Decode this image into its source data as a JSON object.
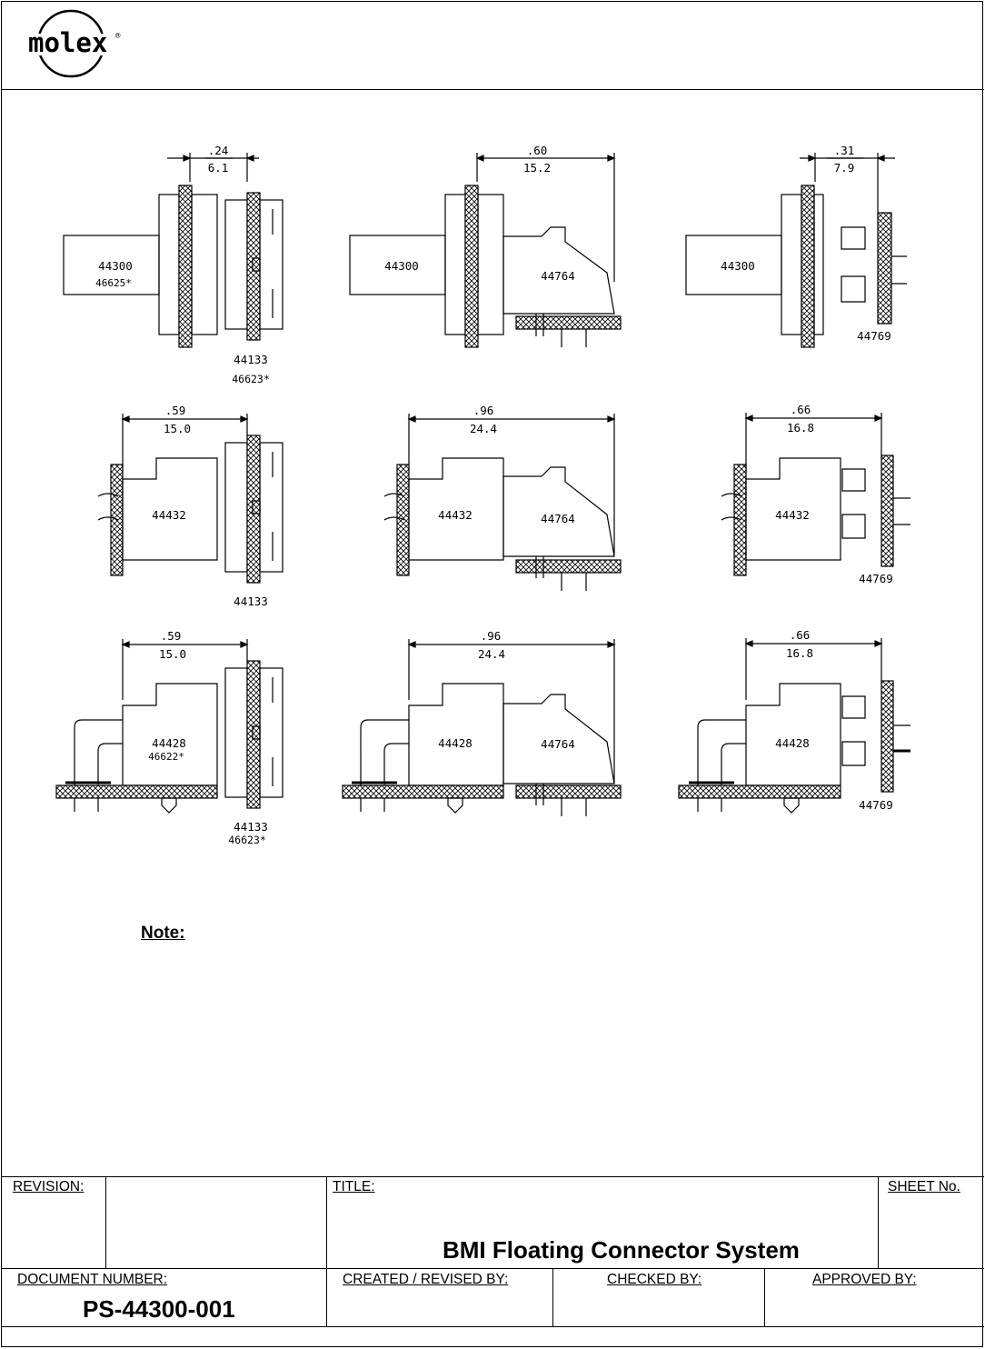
{
  "logo": {
    "text": "molex",
    "mark": "®"
  },
  "views": [
    {
      "dims": [
        ".24",
        "6.1"
      ],
      "parts": [
        "44300",
        "46625*",
        "44133",
        "46623*"
      ]
    },
    {
      "dims": [
        ".60",
        "15.2"
      ],
      "parts": [
        "44300",
        "44764"
      ]
    },
    {
      "dims": [
        ".31",
        "7.9"
      ],
      "parts": [
        "44300",
        "44769"
      ]
    },
    {
      "dims": [
        ".59",
        "15.0"
      ],
      "parts": [
        "44432",
        "44133"
      ]
    },
    {
      "dims": [
        ".96",
        "24.4"
      ],
      "parts": [
        "44432",
        "44764"
      ]
    },
    {
      "dims": [
        ".66",
        "16.8"
      ],
      "parts": [
        "44432",
        "44769"
      ]
    },
    {
      "dims": [
        ".59",
        "15.0"
      ],
      "parts": [
        "44428",
        "46622*",
        "44133",
        "46623*"
      ]
    },
    {
      "dims": [
        ".96",
        "24.4"
      ],
      "parts": [
        "44428",
        "44764"
      ]
    },
    {
      "dims": [
        ".66",
        "16.8"
      ],
      "parts": [
        "44428",
        "44769"
      ]
    }
  ],
  "note_label": "Note:",
  "title_block": {
    "revision_label": "REVISION:",
    "title_label": "TITLE:",
    "sheet_label": "SHEET No.",
    "title": "BMI Floating Connector System",
    "document_number_label": "DOCUMENT NUMBER:",
    "document_number": "PS-44300-001",
    "created_label": "CREATED / REVISED BY:",
    "checked_label": "CHECKED BY:",
    "approved_label": "APPROVED BY:"
  }
}
